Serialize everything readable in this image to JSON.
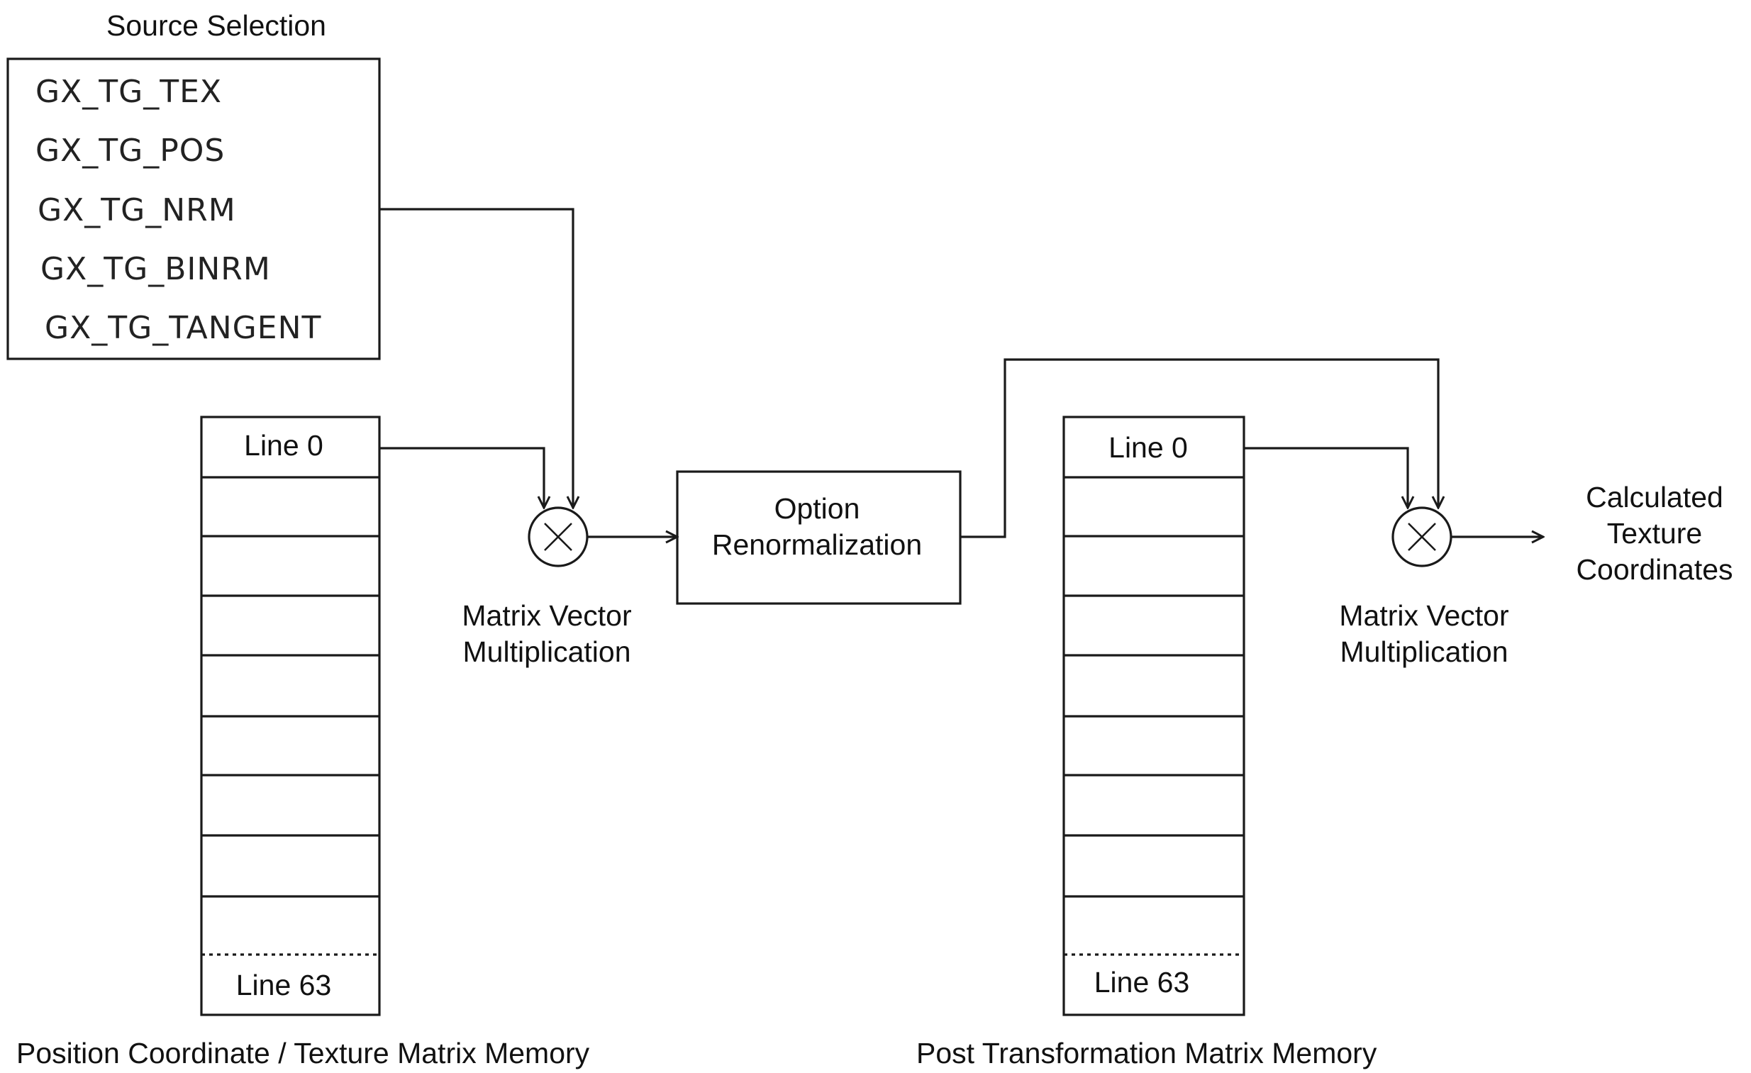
{
  "source_selection": {
    "title": "Source Selection",
    "options": [
      "GX_TG_TEX",
      "GX_TG_POS",
      "GX_TG_NRM",
      "GX_TG_BINRM",
      "GX_TG_TANGENT"
    ]
  },
  "position_matrix_memory": {
    "first_line": "Line 0",
    "last_line": "Line 63",
    "caption": "Position Coordinate / Texture Matrix Memory"
  },
  "post_matrix_memory": {
    "first_line": "Line 0",
    "last_line": "Line 63",
    "caption": "Post Transformation Matrix Memory"
  },
  "multiplier_1": {
    "label_line1": "Matrix Vector",
    "label_line2": "Multiplication"
  },
  "multiplier_2": {
    "label_line1": "Matrix Vector",
    "label_line2": "Multiplication"
  },
  "renormalization": {
    "line1": "Option",
    "line2": "Renormalization"
  },
  "output": {
    "line1": "Calculated",
    "line2": "Texture",
    "line3": "Coordinates"
  }
}
